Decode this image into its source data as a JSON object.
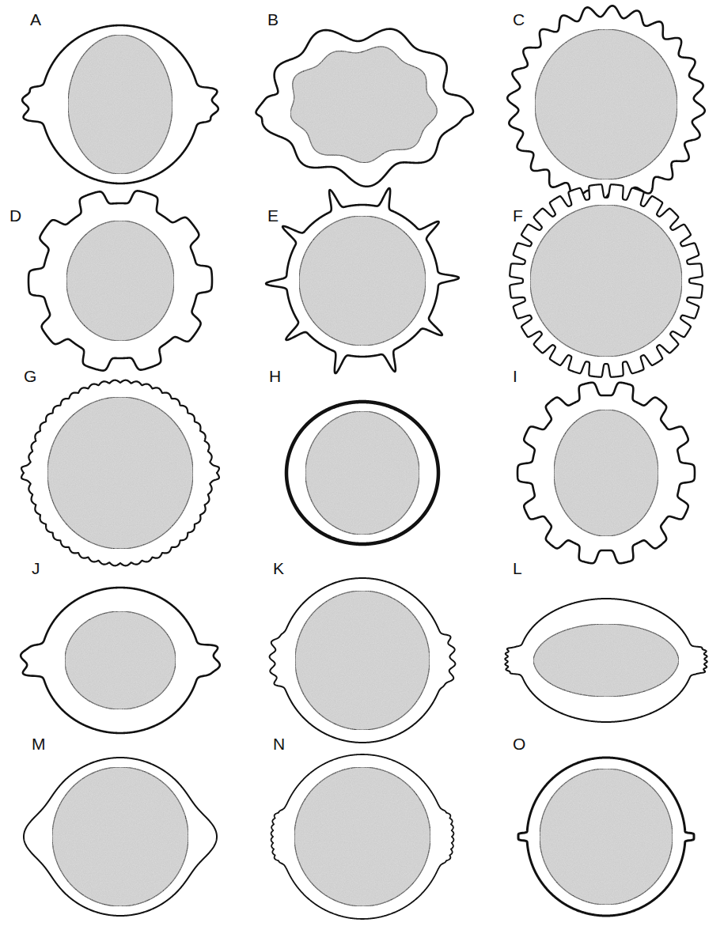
{
  "diagram": {
    "labels": [
      "A",
      "B",
      "C",
      "D",
      "E",
      "F",
      "G",
      "H",
      "I",
      "J",
      "K",
      "L",
      "M",
      "N",
      "O"
    ]
  }
}
